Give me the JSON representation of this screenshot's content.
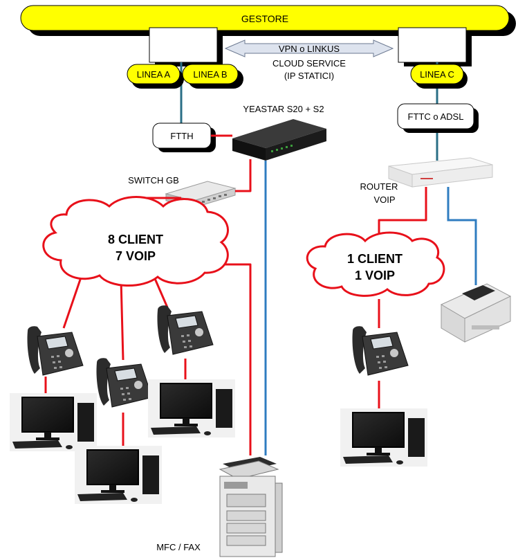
{
  "provider": {
    "label": "GESTORE"
  },
  "lines": {
    "a": "LINEA A",
    "b": "LINEA B",
    "c": "LINEA C"
  },
  "vpn": {
    "label": "VPN o LINKUS",
    "line2": "CLOUD SERVICE",
    "line3": "(IP STATICI)"
  },
  "pbx": {
    "label": "YEASTAR S20 + S2"
  },
  "ftth": {
    "label": "FTTH"
  },
  "fttc": {
    "label": "FTTC o ADSL"
  },
  "switch": {
    "label": "SWITCH GB"
  },
  "router": {
    "line1": "ROUTER",
    "line2": "VOIP"
  },
  "cloud_left": {
    "line1": "8 CLIENT",
    "line2": "7 VOIP"
  },
  "cloud_right": {
    "line1": "1 CLIENT",
    "line2": "1 VOIP"
  },
  "mfc": {
    "label": "MFC / FAX"
  },
  "colors": {
    "provider_yellow": "#ffff00",
    "ethernet_red": "#e8101a",
    "phone_blue": "#2f7cc0",
    "fiber_teal": "#2a6f86",
    "shadow": "#000000"
  }
}
